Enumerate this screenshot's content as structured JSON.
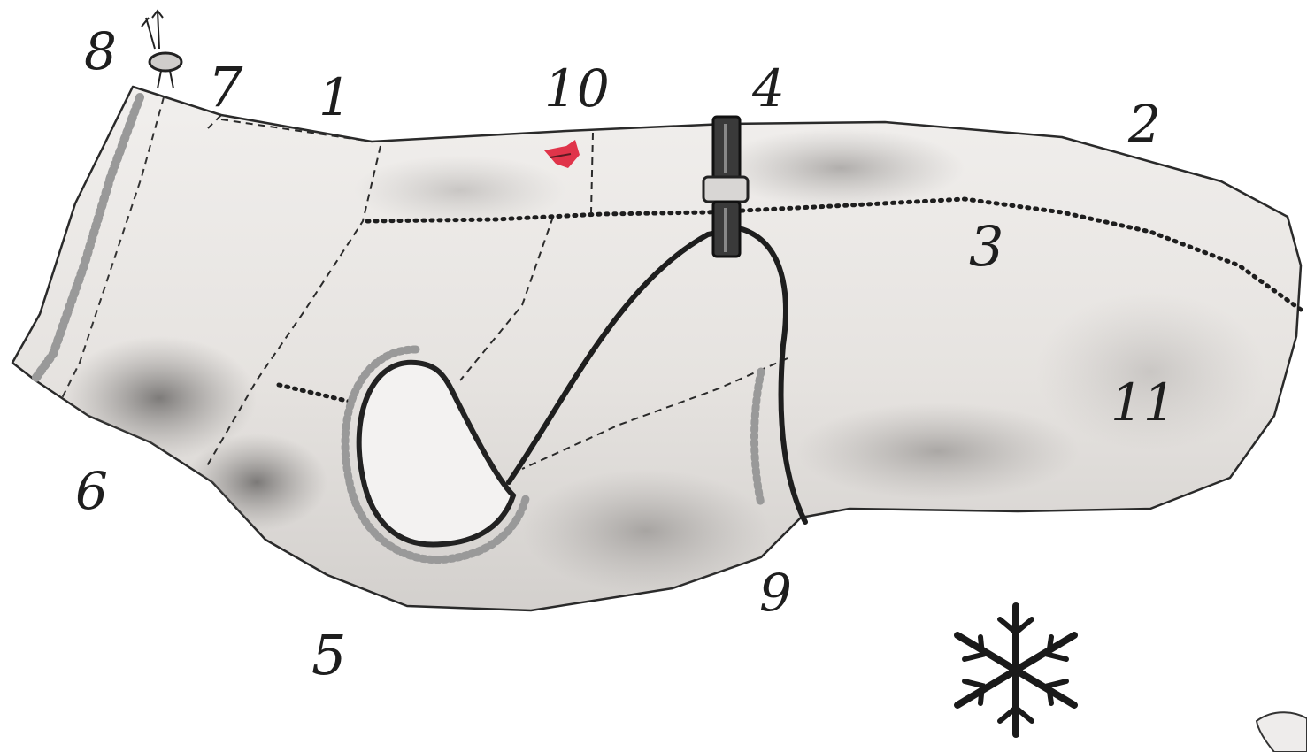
{
  "diagram": {
    "callouts": [
      {
        "id": "c1",
        "label": "1"
      },
      {
        "id": "c2",
        "label": "2"
      },
      {
        "id": "c3",
        "label": "3"
      },
      {
        "id": "c4",
        "label": "4"
      },
      {
        "id": "c5",
        "label": "5"
      },
      {
        "id": "c6",
        "label": "6"
      },
      {
        "id": "c7",
        "label": "7"
      },
      {
        "id": "c8",
        "label": "8"
      },
      {
        "id": "c9",
        "label": "9"
      },
      {
        "id": "c10",
        "label": "10"
      },
      {
        "id": "c11",
        "label": "11"
      }
    ],
    "icons": {
      "snowflake": "snowflake-icon",
      "logo": "bird-logo-icon"
    },
    "colors": {
      "ink": "#1e1e1e",
      "coat_base": "#ece9e6",
      "coat_shadow": "#8f8c8a",
      "logo_red": "#e0344a"
    }
  }
}
